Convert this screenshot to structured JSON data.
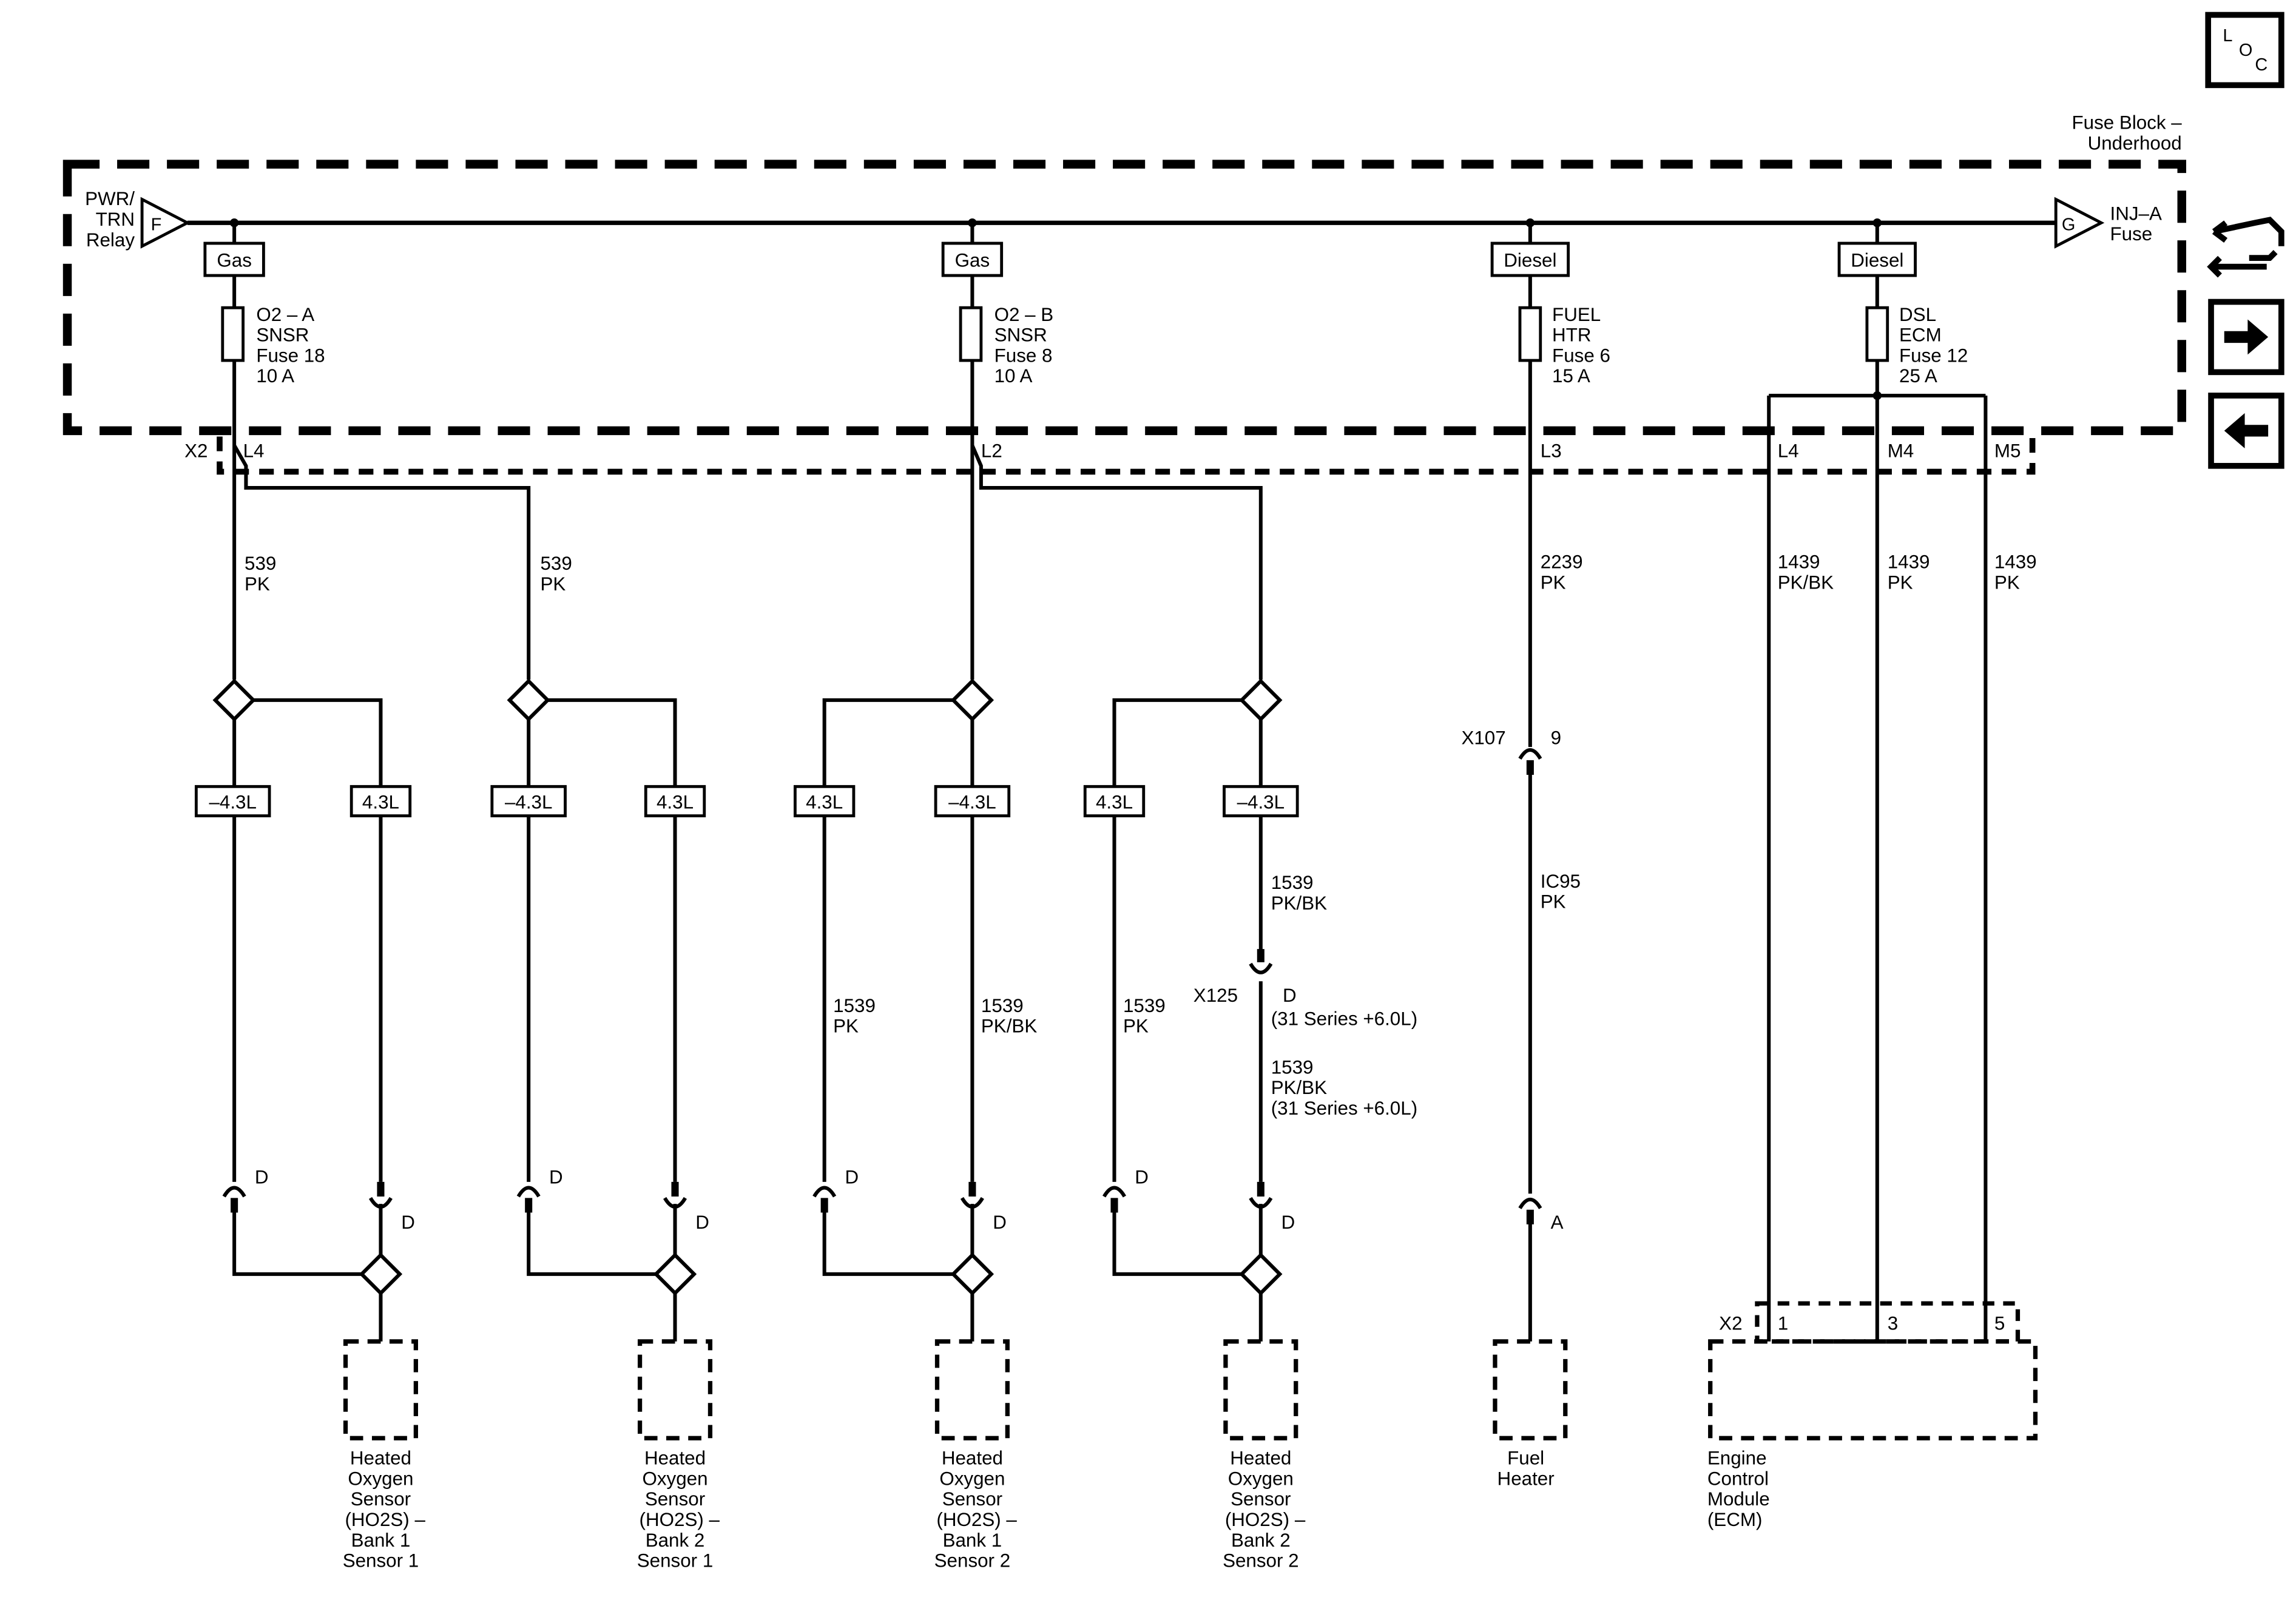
{
  "corner": {
    "loc": [
      "L",
      "O",
      "C"
    ]
  },
  "fuse_block": {
    "title": [
      "Fuse Block –",
      "Underhood"
    ]
  },
  "power": {
    "source": [
      "PWR/",
      "TRN",
      "Relay"
    ],
    "source_pin": "F",
    "dest": [
      "INJ–A",
      "Fuse"
    ],
    "dest_pin": "G"
  },
  "fuses": [
    {
      "option": "Gas",
      "label": [
        "O2 – A",
        "SNSR",
        "Fuse 18",
        "10 A"
      ],
      "pin": "L4"
    },
    {
      "option": "Gas",
      "label": [
        "O2 – B",
        "SNSR",
        "Fuse 8",
        "10 A"
      ],
      "pin": "L2"
    },
    {
      "option": "Diesel",
      "label": [
        "FUEL",
        "HTR",
        "Fuse 6",
        "15 A"
      ],
      "pin": "L3"
    },
    {
      "option": "Diesel",
      "label": [
        "DSL",
        "ECM",
        "Fuse 12",
        "25 A"
      ],
      "pins": [
        "L4",
        "M4",
        "M5"
      ]
    }
  ],
  "connectors": {
    "x2_top": "X2",
    "x2_bottom": "X2",
    "x107": "X107",
    "x107_pin": "9",
    "x125": "X125",
    "x125_pin": "D",
    "x125_note": "(31 Series +6.0L)"
  },
  "wires": {
    "w539": [
      "539",
      "PK"
    ],
    "w2239": [
      "2239",
      "PK"
    ],
    "ic95": [
      "IC95",
      "PK"
    ],
    "w1539pk": [
      "1539",
      "PK"
    ],
    "w1539pkbk": [
      "1539",
      "PK/BK"
    ],
    "w1539note": [
      "1539",
      "PK/BK",
      "(31 Series +6.0L)"
    ],
    "w1439": [
      [
        "1439",
        "PK/BK"
      ],
      [
        "1439",
        "PK"
      ],
      [
        "1439",
        "PK"
      ]
    ]
  },
  "engine_options": {
    "minus": "–4.3L",
    "plus": "4.3L"
  },
  "pins": {
    "d": "D",
    "a": "A",
    "ecm": [
      "1",
      "3",
      "5"
    ]
  },
  "components": {
    "ho2s_b1s1": [
      "Heated",
      "Oxygen",
      "Sensor",
      "(HO2S)  –",
      "Bank 1",
      "Sensor 1"
    ],
    "ho2s_b2s1": [
      "Heated",
      "Oxygen",
      "Sensor",
      "(HO2S)  –",
      "Bank 2",
      "Sensor 1"
    ],
    "ho2s_b1s2": [
      "Heated",
      "Oxygen",
      "Sensor",
      "(HO2S)  –",
      "Bank 1",
      "Sensor 2"
    ],
    "ho2s_b2s2": [
      "Heated",
      "Oxygen",
      "Sensor",
      "(HO2S)  –",
      "Bank 2",
      "Sensor 2"
    ],
    "fuel_heater": [
      "Fuel",
      "Heater"
    ],
    "ecm": [
      "Engine",
      "Control",
      "Module",
      "(ECM)"
    ]
  },
  "nav": {
    "icons": [
      "connector-repair-icon",
      "next-arrow-icon",
      "previous-arrow-icon"
    ]
  }
}
